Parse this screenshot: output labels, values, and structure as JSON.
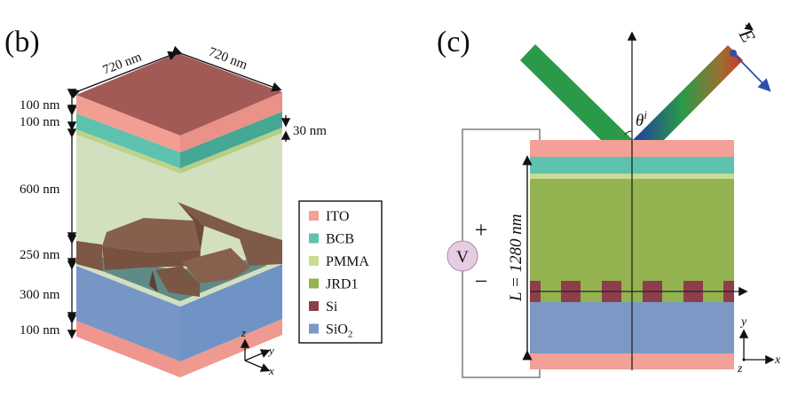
{
  "panel_b": {
    "label": "(b)",
    "top_dims": {
      "left": "720 nm",
      "right": "720 nm"
    },
    "thickness_labels": [
      {
        "id": "ito-top",
        "text": "100 nm"
      },
      {
        "id": "bcb",
        "text": "100 nm"
      },
      {
        "id": "pmma",
        "text": "30 nm"
      },
      {
        "id": "jrd1",
        "text": "600 nm"
      },
      {
        "id": "si",
        "text": "250 nm"
      },
      {
        "id": "sio2",
        "text": "300 nm"
      },
      {
        "id": "ito-bottom",
        "text": "100 nm"
      }
    ],
    "axes": {
      "z": "z",
      "y": "y",
      "x": "x"
    }
  },
  "legend": {
    "items": [
      {
        "label": "ITO",
        "color": "#f3a097"
      },
      {
        "label": "BCB",
        "color": "#5dc3ae"
      },
      {
        "label": "PMMA",
        "color": "#c9dc94"
      },
      {
        "label": "JRD1",
        "color": "#93b350"
      },
      {
        "label": "Si",
        "color": "#8e3d4b"
      },
      {
        "label": "SiO",
        "sub": "2",
        "color": "#7b99c4"
      }
    ]
  },
  "panel_c": {
    "label": "(c)",
    "angle_label": "θ",
    "angle_sup": "i",
    "field_label": "E",
    "length_label": "L = 1280 nm",
    "voltage_label": "V",
    "plus": "+",
    "minus": "−",
    "axes": {
      "y": "y",
      "x": "x",
      "z": "z"
    },
    "si_grating_count": 6
  },
  "colors": {
    "ito": "#f3a097",
    "bcb": "#5dc3ae",
    "pmma": "#c9dc94",
    "jrd1": "#93b350",
    "si": "#8e3d4b",
    "sio2": "#7b99c4",
    "brown": "#7f5a48",
    "incident_beam": "#2a9a48",
    "field_arrow": "#2f4fa8",
    "voltmeter": "#e6cde3"
  }
}
